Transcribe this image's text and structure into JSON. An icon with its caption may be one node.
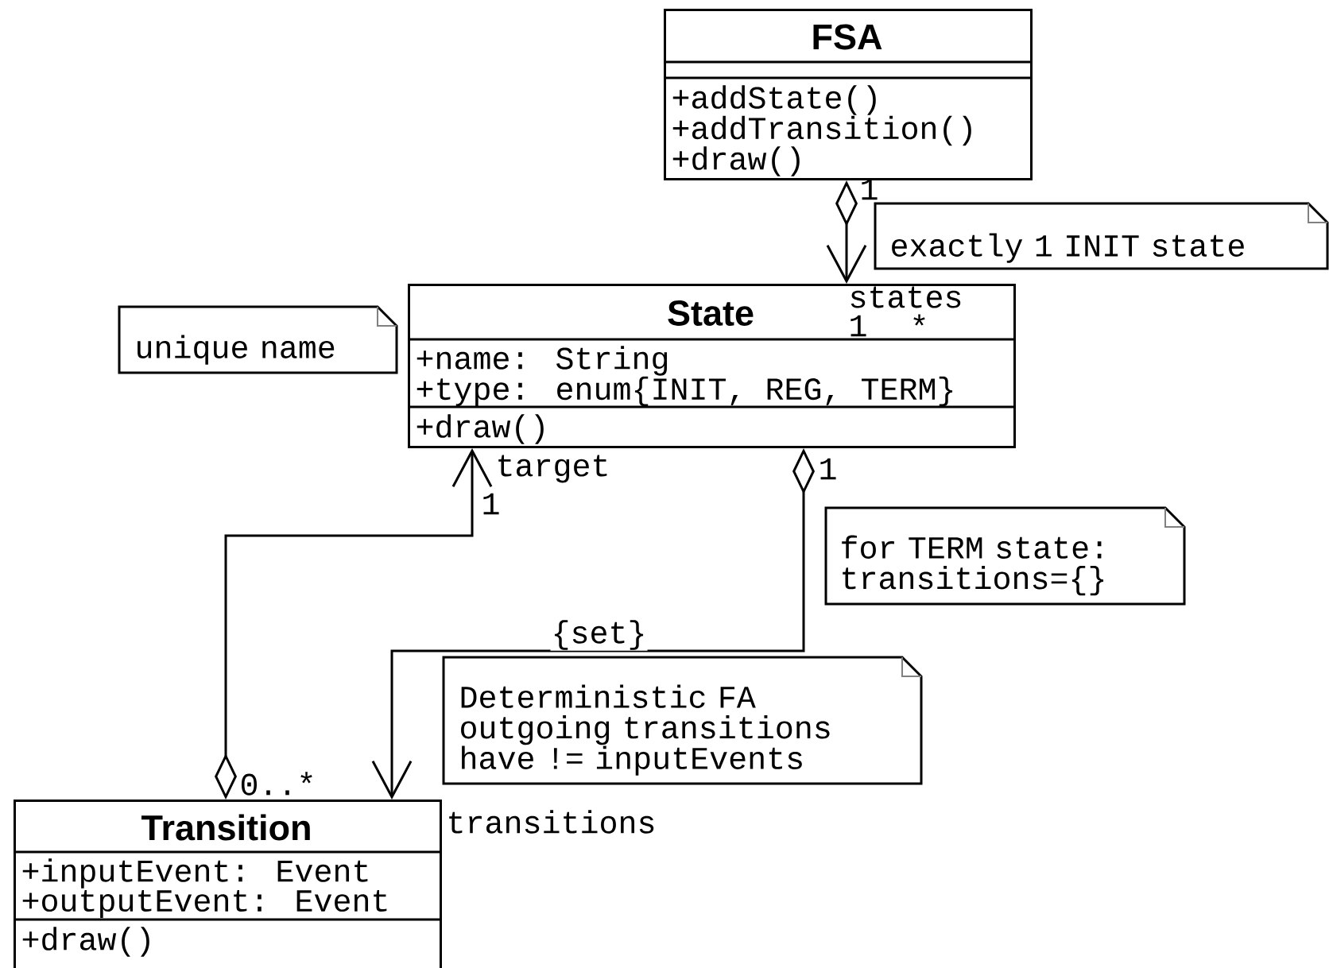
{
  "diagram": {
    "nodes": [
      {
        "text": [
          "FSA",
          "+addState()",
          "+addTransition()",
          "+draw()"
        ]
      },
      {
        "text": [
          "exactly 1 INIT state"
        ]
      },
      {
        "text": [
          "unique name"
        ]
      },
      {
        "text": [
          "State",
          "+name: String",
          "+type: enum{INIT, REG, TERM}",
          "+draw()"
        ]
      },
      {
        "text": [
          "for TERM state: transitions={}"
        ]
      },
      {
        "text": [
          "Deterministic FA outgoing transitions have != inputEvents"
        ]
      },
      {
        "text": [
          "Transition",
          "+inputEvent: Event",
          "+outputEvent: Event",
          "+draw()"
        ]
      }
    ],
    "edges": [
      {
        "from": 0,
        "to": 3,
        "arrow": "to"
      },
      {
        "from": 6,
        "to": 3,
        "arrow": "to"
      },
      {
        "from": 3,
        "to": 6,
        "arrow": "to",
        "label": "{set}"
      }
    ],
    "labels": [
      "1",
      "states",
      "1",
      "*",
      "target",
      "1",
      "1",
      "0..*",
      "transitions"
    ]
  }
}
